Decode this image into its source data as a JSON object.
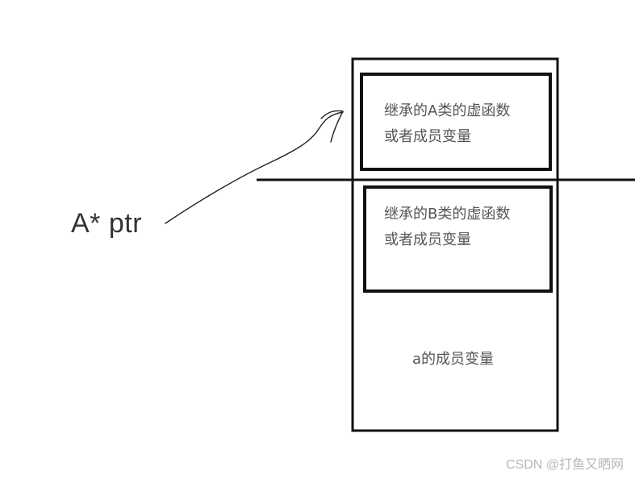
{
  "pointer": {
    "label": "A* ptr"
  },
  "memory": {
    "block_a": {
      "line1": "继承的A类的虚函数",
      "line2": "或者成员变量"
    },
    "block_b": {
      "line1": "继承的B类的虚函数",
      "line2": "或者成员变量"
    },
    "own_members": "a的成员变量"
  },
  "watermark": "CSDN @打鱼又晒网",
  "colors": {
    "line": "#111111",
    "text": "#555555",
    "watermark": "#b7b7b7"
  }
}
